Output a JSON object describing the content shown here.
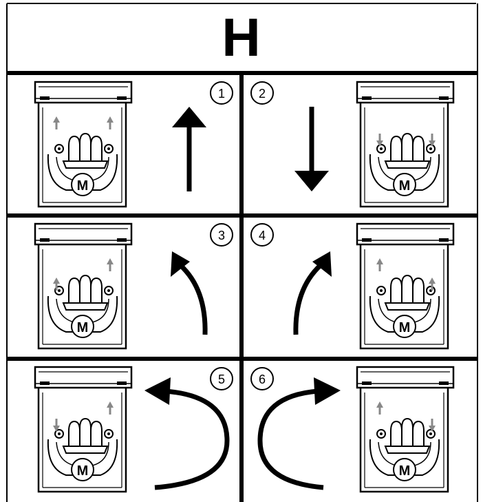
{
  "title": "H",
  "steps": [
    {
      "number": "1",
      "motion": "forward",
      "machine": "handles-pushed-forward"
    },
    {
      "number": "2",
      "motion": "backward",
      "machine": "handles-pulled-back"
    },
    {
      "number": "3",
      "motion": "turn-left",
      "machine": "right-handle-forward"
    },
    {
      "number": "4",
      "motion": "turn-right",
      "machine": "left-handle-forward"
    },
    {
      "number": "5",
      "motion": "spin-left",
      "machine": "left-back-right-forward"
    },
    {
      "number": "6",
      "motion": "spin-right",
      "machine": "left-forward-right-back"
    }
  ],
  "colors": {
    "line": "#000000",
    "hand_arrow": "#888888",
    "background": "#ffffff"
  }
}
